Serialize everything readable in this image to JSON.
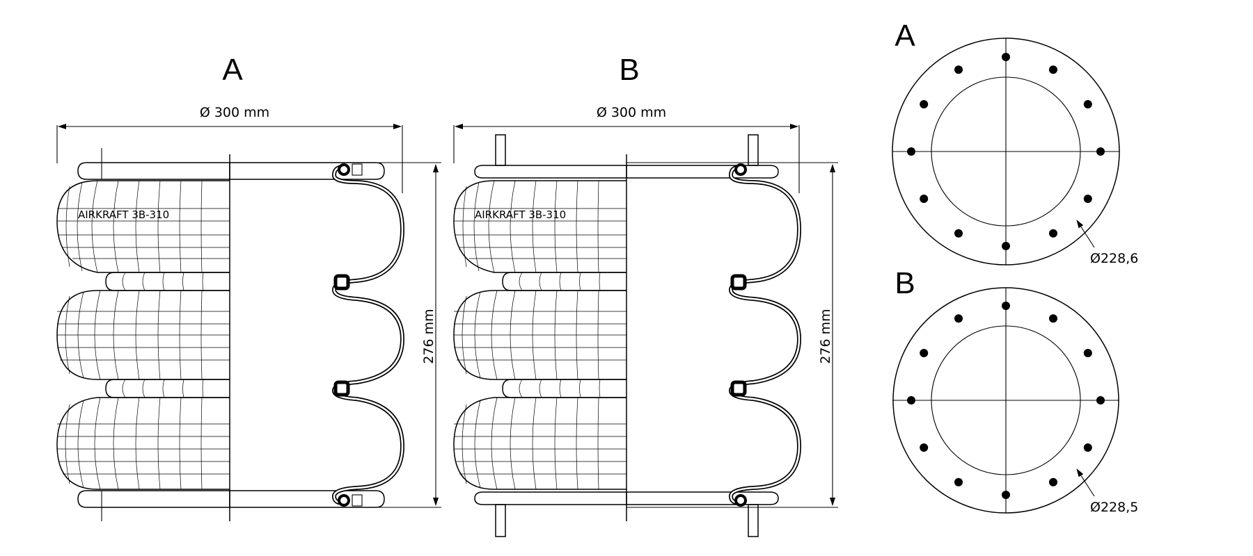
{
  "views": [
    {
      "id": "A",
      "label": "A",
      "diameter_label": "Ø 300 mm",
      "height_label": "276 mm",
      "brand_label": "AIRKRAFT 3B-310",
      "studs": false
    },
    {
      "id": "B",
      "label": "B",
      "diameter_label": "Ø 300 mm",
      "height_label": "276 mm",
      "brand_label": "AIRKRAFT 3B-310",
      "studs": true
    }
  ],
  "flanges": [
    {
      "id": "A",
      "label": "A",
      "bolt_circle_label": "Ø228,6",
      "holes": 12,
      "center_lines_full": true
    },
    {
      "id": "B",
      "label": "B",
      "bolt_circle_label": "Ø228,5",
      "holes": 12,
      "center_lines_full": false
    }
  ]
}
